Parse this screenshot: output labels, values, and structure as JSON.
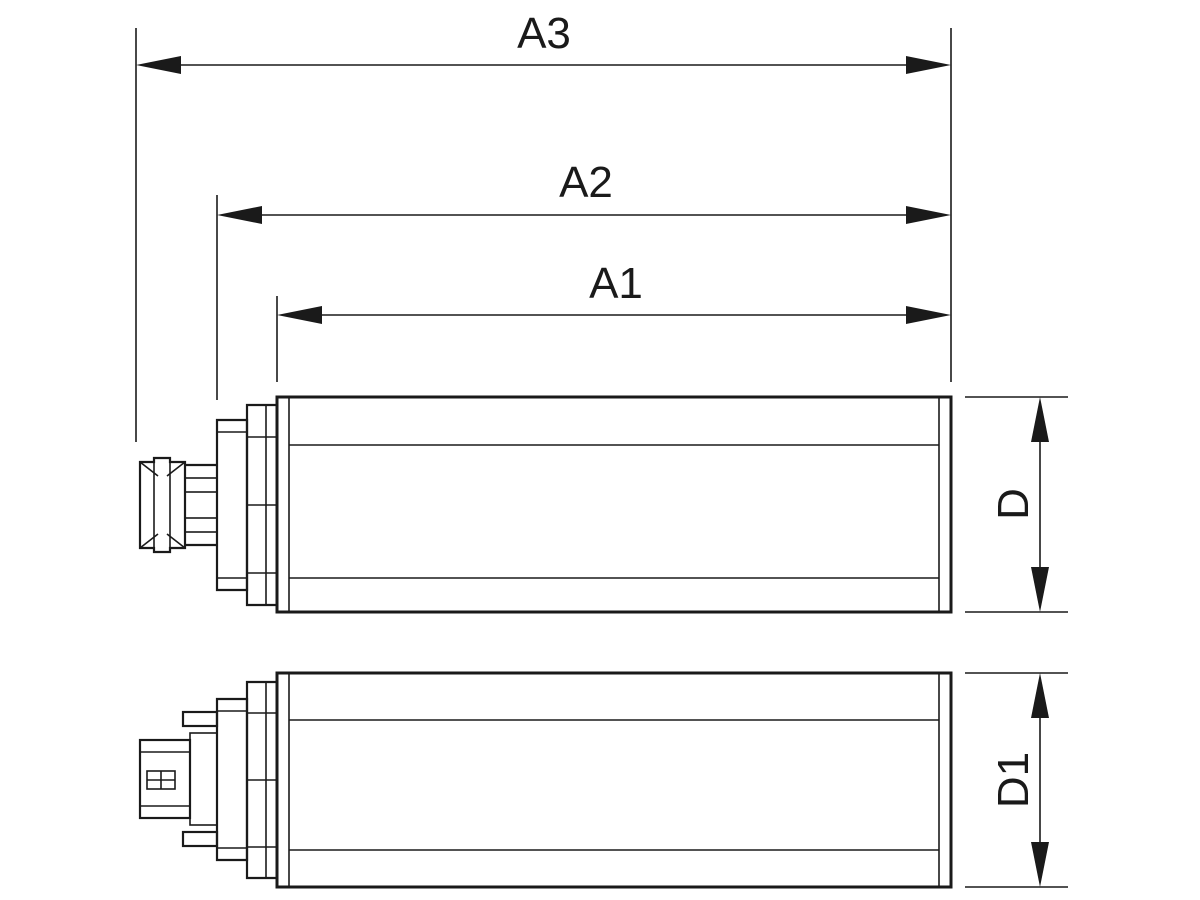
{
  "dimensions": {
    "a3_label": "A3",
    "a2_label": "A2",
    "a1_label": "A1",
    "d_label": "D",
    "d1_label": "D1"
  },
  "colors": {
    "line": "#1a1a1a",
    "background": "#ffffff"
  }
}
